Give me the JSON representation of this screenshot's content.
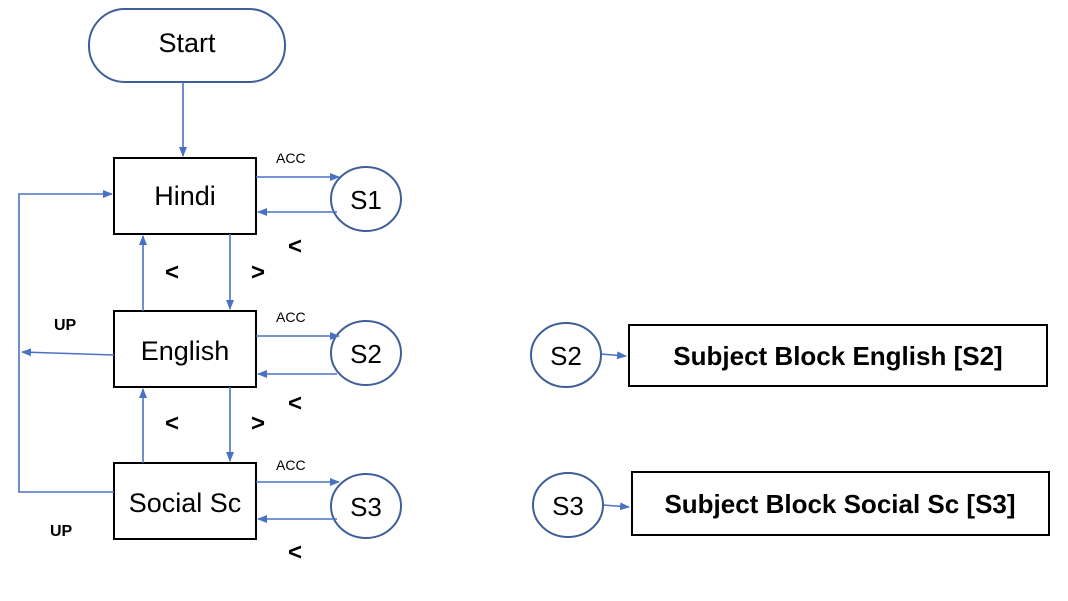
{
  "start": {
    "label": "Start"
  },
  "nodes": {
    "hindi": {
      "label": "Hindi"
    },
    "english": {
      "label": "English"
    },
    "social": {
      "label": "Social Sc"
    }
  },
  "states": {
    "s1": {
      "label": "S1"
    },
    "s2": {
      "label": "S2"
    },
    "s3": {
      "label": "S3"
    }
  },
  "edge_labels": {
    "acc": "ACC",
    "less": "<",
    "greater": ">",
    "up": "UP"
  },
  "legend": {
    "s2": {
      "state": "S2",
      "block": "Subject Block English [S2]"
    },
    "s3": {
      "state": "S3",
      "block": "Subject Block Social Sc [S3]"
    }
  },
  "colors": {
    "arrow": "#4a72c4",
    "circle": "#3e5f9a",
    "box": "#000000"
  }
}
